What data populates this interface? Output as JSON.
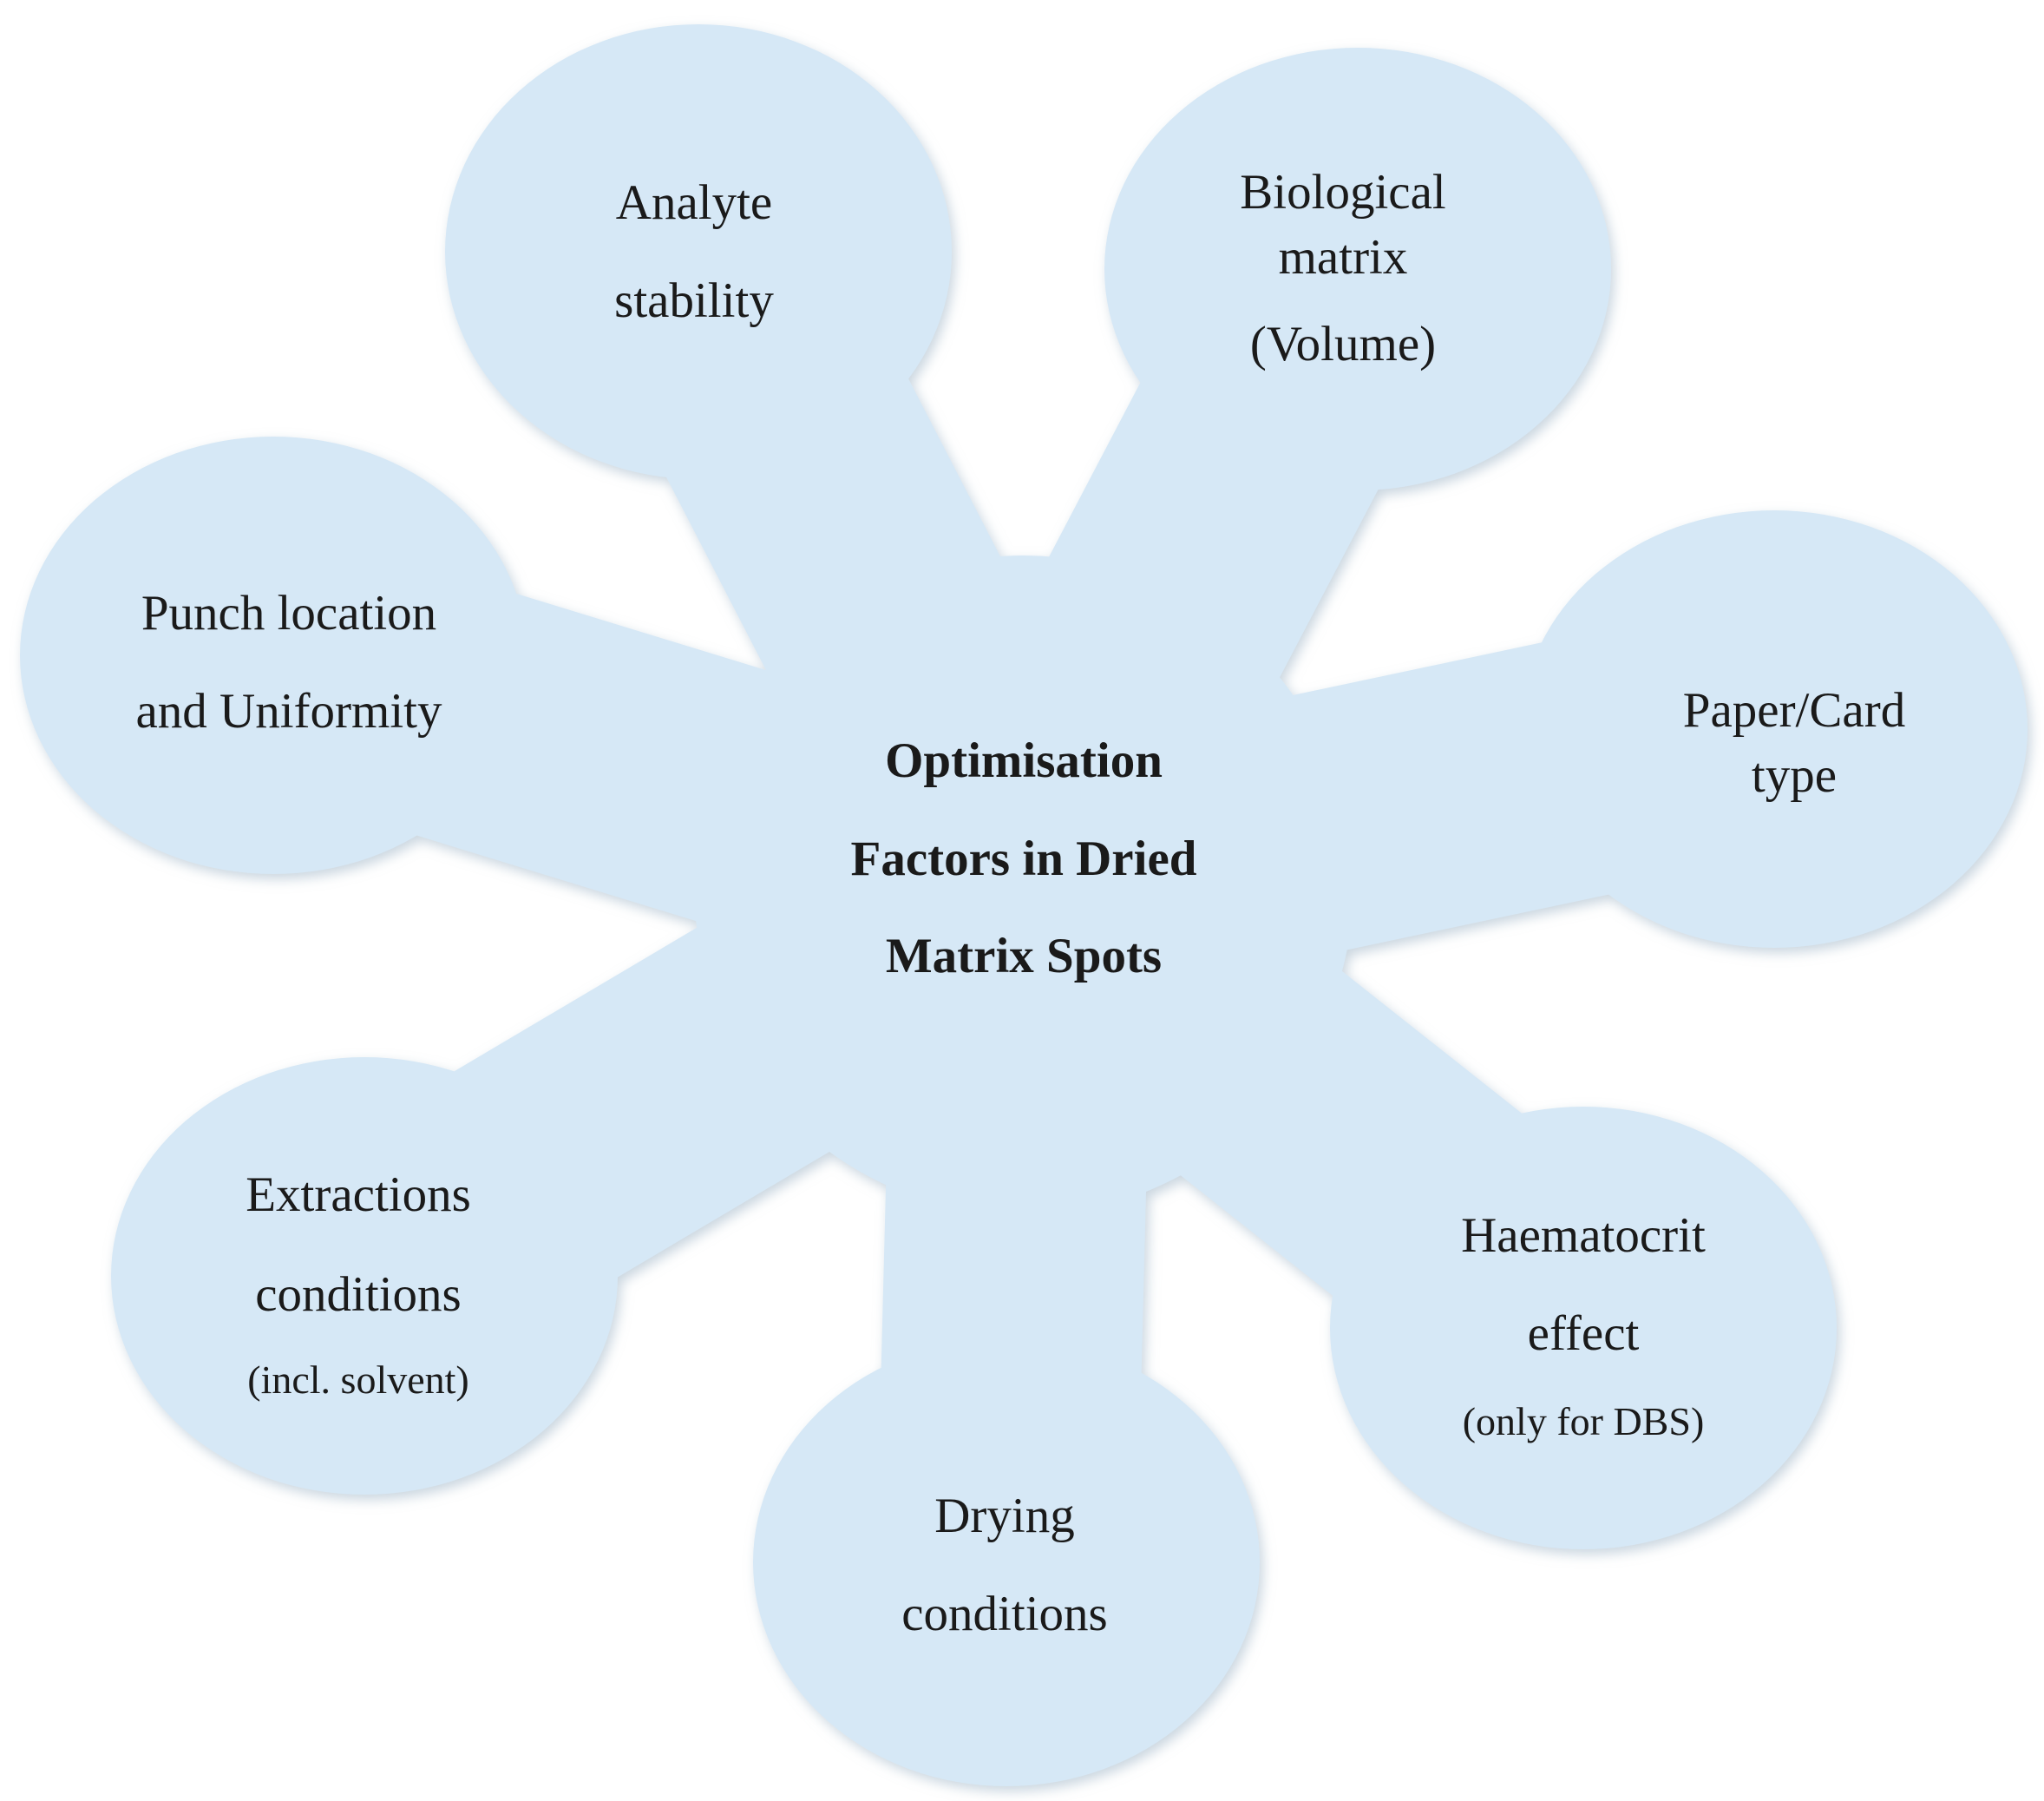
{
  "diagram": {
    "center": {
      "lines": [
        "Optimisation",
        "Factors in Dried",
        "Matrix Spots"
      ]
    },
    "petals": [
      {
        "id": "analyte-stability",
        "lines": [
          "Analyte",
          "stability"
        ],
        "note": ""
      },
      {
        "id": "biological-matrix",
        "lines": [
          "Biological",
          "matrix",
          "(Volume)"
        ],
        "note": ""
      },
      {
        "id": "paper-card-type",
        "lines": [
          "Paper/Card",
          "type"
        ],
        "note": ""
      },
      {
        "id": "haematocrit-effect",
        "lines": [
          "Haematocrit",
          "effect"
        ],
        "note": "(only for DBS)"
      },
      {
        "id": "drying-conditions",
        "lines": [
          "Drying",
          "conditions"
        ],
        "note": ""
      },
      {
        "id": "extractions-conditions",
        "lines": [
          "Extractions",
          "conditions"
        ],
        "note": "(incl. solvent)"
      },
      {
        "id": "punch-location",
        "lines": [
          "Punch location",
          "and Uniformity"
        ],
        "note": ""
      }
    ],
    "colors": {
      "fill": "#d6e8f6",
      "shadow": "#9fb4c6",
      "text": "#1a1a1a"
    }
  }
}
